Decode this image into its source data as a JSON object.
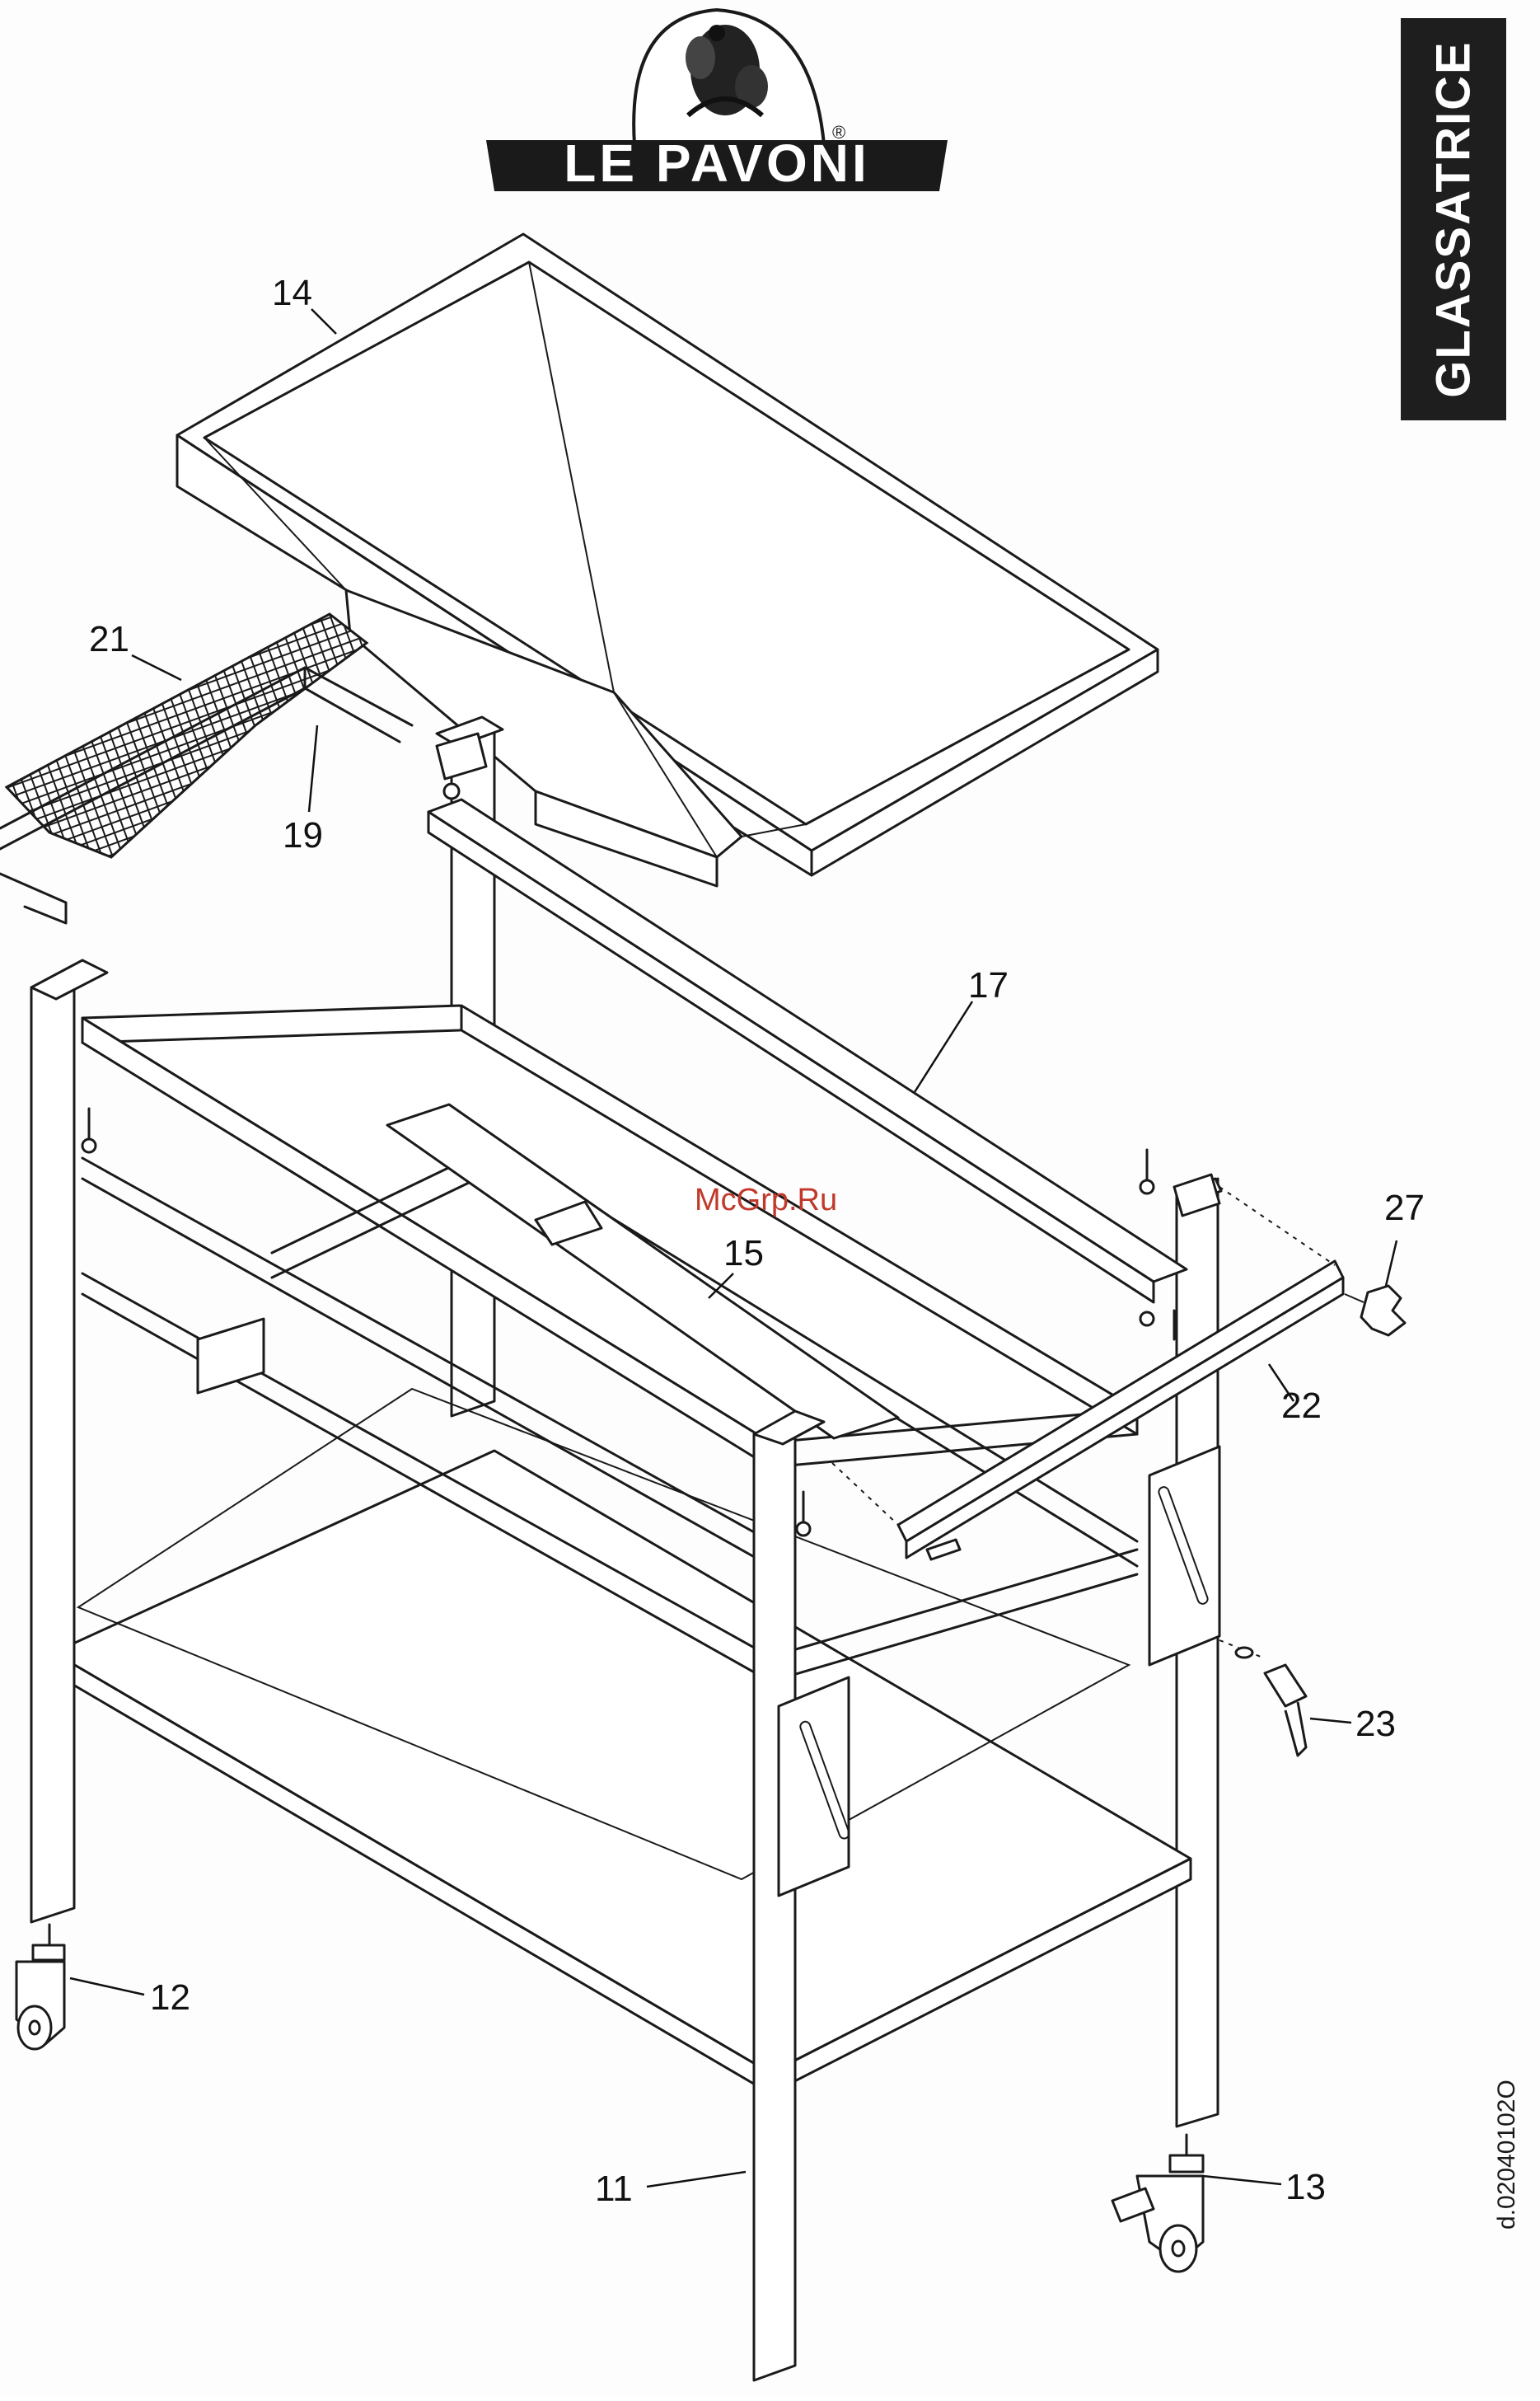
{
  "brand": {
    "name": "LE PAVONI",
    "registered_mark": "®"
  },
  "side_tab": {
    "text": "GLASSATRICE"
  },
  "watermark": "McGrp.Ru",
  "drawing_code": "d.02040102O",
  "parts": [
    {
      "number": "14",
      "name": "hopper tray"
    },
    {
      "number": "21",
      "name": "mesh screen"
    },
    {
      "number": "19",
      "name": "screen frame"
    },
    {
      "number": "17",
      "name": "rear rail"
    },
    {
      "number": "27",
      "name": "star knob"
    },
    {
      "number": "15",
      "name": "front rail"
    },
    {
      "number": "22",
      "name": "adjustment bar"
    },
    {
      "number": "23",
      "name": "clamp lever"
    },
    {
      "number": "12",
      "name": "front caster"
    },
    {
      "number": "13",
      "name": "rear caster with brake"
    },
    {
      "number": "11",
      "name": "stand frame"
    }
  ],
  "colors": {
    "ink": "#1a1a1a",
    "paper": "#fdfdfd",
    "tab": "#1e1e1e",
    "watermark": "#c0392b"
  }
}
